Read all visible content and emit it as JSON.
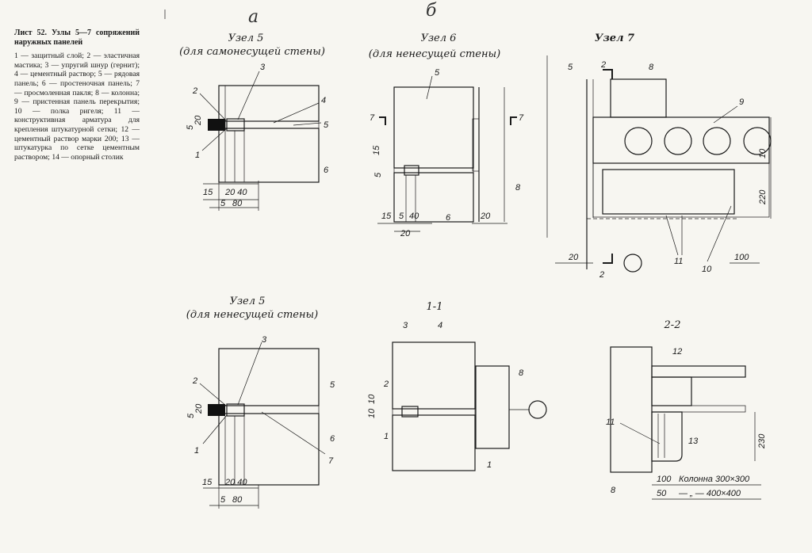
{
  "legend": {
    "heading": "Лист 52. Узлы 5—7 сопряжений наружных панелей",
    "text": "1 — защитный слой; 2 — эластичная мастика; 3 — упругий шнур (гернит); 4 — цементный раствор; 5 — рядовая панель; 6 — простеночная панель; 7 — просмоленная пакля; 8 — колонна; 9 — пристенная панель перекрытия; 10 — полка ригеля; 11 — конструктивная арматура для крепления штукатурной сетки; 12 — цементный раствор марки 200; 13 — штукатурка по сетке цементным раствором; 14 — опорный столик"
  },
  "handwritten": {
    "a": "а",
    "b": "б"
  },
  "n5a": {
    "title": "Узел 5",
    "sub": "(для самонесущей стены)",
    "labels": [
      "1",
      "2",
      "3",
      "4",
      "5",
      "6"
    ],
    "dims": {
      "d5": "5",
      "d20": "20",
      "d15": "15",
      "d2040": "20 40",
      "d5b": "5",
      "d80": "80"
    }
  },
  "n6": {
    "title": "Узел 6",
    "sub": "(для ненесущей стены)",
    "labels": [
      "5",
      "7",
      "7",
      "8",
      "6"
    ],
    "dims": {
      "d15v": "15",
      "d5v": "5",
      "d15": "15",
      "d5": "5",
      "d40": "40",
      "d20": "20",
      "d20b": "20"
    }
  },
  "n7": {
    "title": "Узел 7",
    "labels": [
      "2",
      "2",
      "5",
      "8",
      "9",
      "10",
      "11",
      "10"
    ],
    "dims": {
      "d10": "10",
      "d220": "220",
      "d20": "20",
      "d100": "100"
    }
  },
  "n5b": {
    "title": "Узел 5",
    "sub": "(для ненесущей стены)",
    "labels": [
      "1",
      "2",
      "3",
      "5",
      "6",
      "7"
    ],
    "dims": {
      "d5": "5",
      "d20": "20",
      "d15": "15",
      "d2040": "20 40",
      "d5b": "5",
      "d80": "80"
    }
  },
  "s11": {
    "title": "1-1",
    "labels": [
      "1",
      "2",
      "3",
      "4",
      "8",
      "1"
    ],
    "dims": {
      "d10": "10",
      "d10b": "10"
    }
  },
  "s22": {
    "title": "2-2",
    "labels": [
      "12",
      "11",
      "13",
      "8"
    ],
    "dims": {
      "d230": "230",
      "d100": "100",
      "d50": "50"
    },
    "col1": "Колонна 300×300",
    "col2": "— „ — 400×400"
  }
}
